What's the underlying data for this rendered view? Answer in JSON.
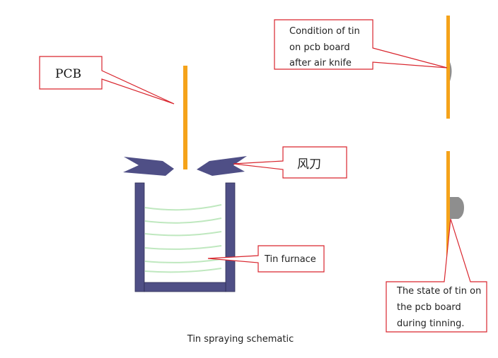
{
  "labels": {
    "pcb": "PCB",
    "air_knife": "风刀",
    "tin_furnace": "Tin furnace",
    "after_air_knife": [
      "Condition of tin",
      "on pcb board",
      "after air knife"
    ],
    "during_tinning": [
      "The state of tin on",
      "the pcb board",
      "during tinning."
    ]
  },
  "caption": "Tin spraying schematic",
  "colors": {
    "pcb": "#f5a31a",
    "knife": "#4f4f86",
    "callout": "#d9262e",
    "tin": "#8e8e8e",
    "solder_wave": "#bfe8bf"
  }
}
